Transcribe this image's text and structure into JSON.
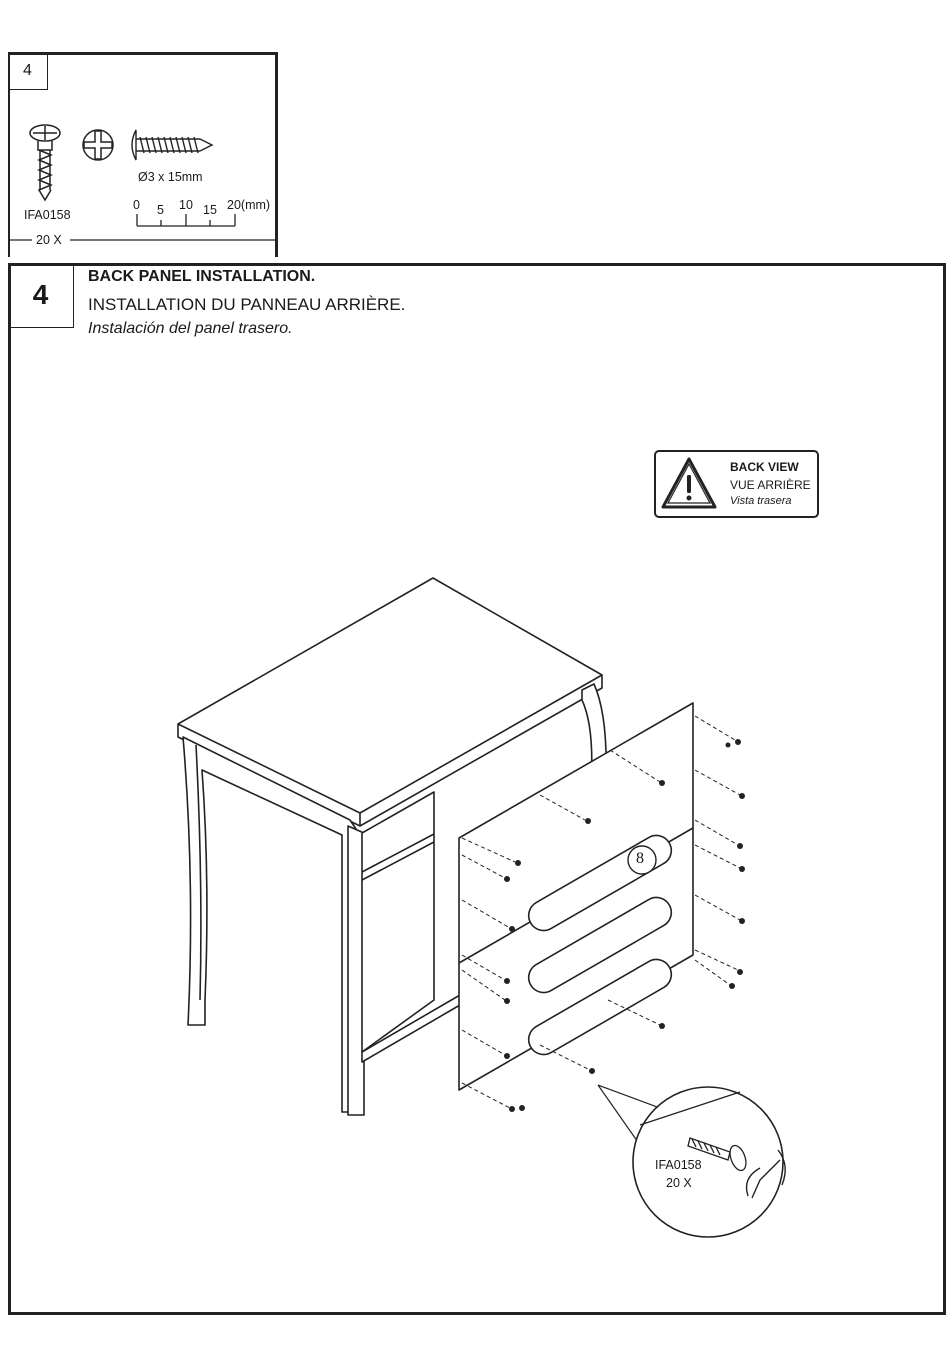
{
  "hardware": {
    "step_number": "4",
    "part_code": "IFA0158",
    "size": "Ø3 x 15mm",
    "quantity": "20 X",
    "ruler": {
      "ticks": [
        "0",
        "5",
        "10",
        "15"
      ],
      "last_tick": "20(mm)"
    }
  },
  "step": {
    "number": "4",
    "title_en": "BACK PANEL INSTALLATION.",
    "title_fr": "INSTALLATION DU PANNEAU ARRIÈRE.",
    "title_es": "Instalación del panel trasero."
  },
  "notice": {
    "line_en": "BACK VIEW",
    "line_fr": "VUE ARRIÈRE",
    "line_es": "Vista trasera",
    "icon": "warning-triangle-icon"
  },
  "diagram": {
    "panel_label": "8",
    "callout_part": "IFA0158",
    "callout_qty": "20 X"
  }
}
